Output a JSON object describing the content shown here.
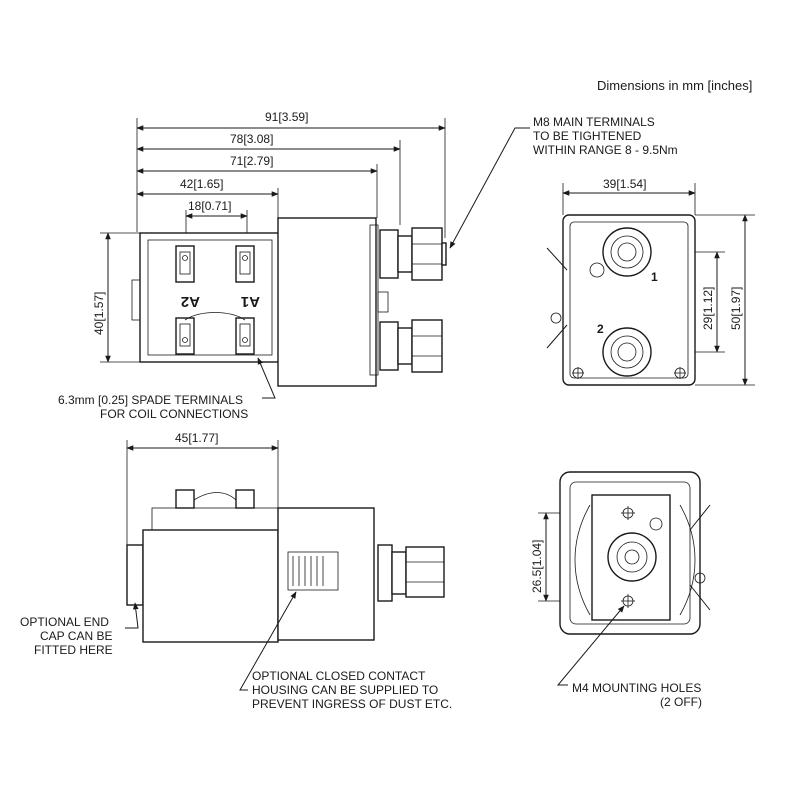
{
  "header": {
    "units_note": "Dimensions in mm [inches]"
  },
  "dimensions": {
    "top_view": [
      {
        "mm": "91",
        "inch": "3.59"
      },
      {
        "mm": "78",
        "inch": "3.08"
      },
      {
        "mm": "71",
        "inch": "2.79"
      },
      {
        "mm": "42",
        "inch": "1.65"
      },
      {
        "mm": "18",
        "inch": "0.71"
      }
    ],
    "top_view_height": {
      "mm": "40",
      "inch": "1.57"
    },
    "end_view_width": {
      "mm": "39",
      "inch": "1.54"
    },
    "end_view_terminal_spacing": {
      "mm": "29",
      "inch": "1.12"
    },
    "end_view_height": {
      "mm": "50",
      "inch": "1.97"
    },
    "side_view_width": {
      "mm": "45",
      "inch": "1.77"
    },
    "base_view_hole_spacing": {
      "mm": "26.5",
      "inch": "1.04"
    }
  },
  "terminal_labels": {
    "a1": "A1",
    "a2": "A2",
    "main_1": "1",
    "main_2": "2"
  },
  "notes": {
    "main_terminals": [
      "M8 MAIN TERMINALS",
      "TO BE TIGHTENED",
      "WITHIN RANGE 8 - 9.5Nm"
    ],
    "spade_terminals": [
      "6.3mm [0.25] SPADE  TERMINALS",
      "FOR COIL CONNECTIONS"
    ],
    "end_cap": [
      "OPTIONAL END",
      "CAP CAN BE",
      "FITTED HERE"
    ],
    "contact_housing": [
      "OPTIONAL CLOSED CONTACT",
      "HOUSING CAN BE SUPPLIED TO",
      "PREVENT INGRESS OF DUST ETC."
    ],
    "mounting_holes": [
      "M4 MOUNTING HOLES",
      "(2 OFF)"
    ]
  },
  "colors": {
    "line": "#1a1a1a",
    "background": "#ffffff"
  }
}
